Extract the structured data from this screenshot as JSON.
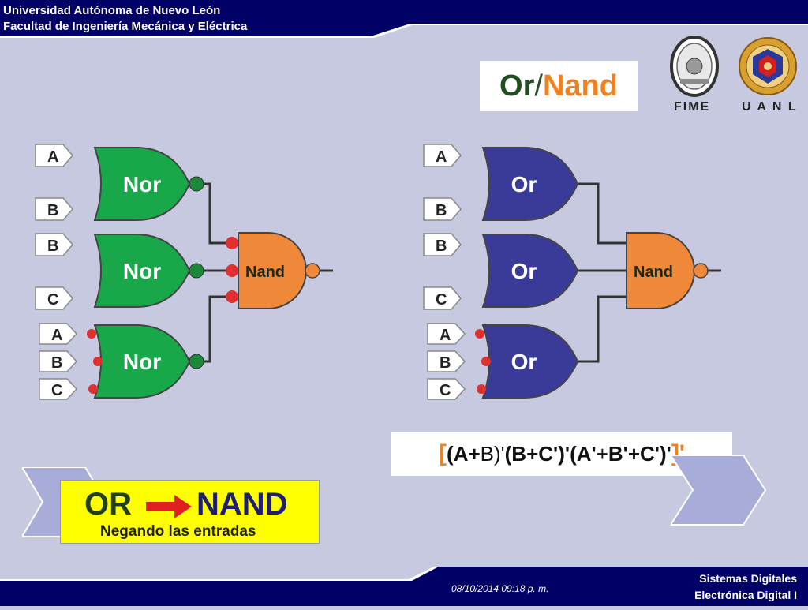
{
  "header": {
    "line1": "Universidad Autónoma de Nuevo León",
    "line2": "Facultad de Ingeniería Mecánica y Eléctrica"
  },
  "title": {
    "or": "Or",
    "slash": "/",
    "nand": "Nand"
  },
  "logos": {
    "fime": "FIME",
    "uanl": "U A N L"
  },
  "left_circuit": {
    "inputs": [
      "A",
      "B",
      "B",
      "C",
      "A",
      "B",
      "C"
    ],
    "gates": [
      "Nor",
      "Nor",
      "Nor"
    ],
    "output_gate": "Nand"
  },
  "right_circuit": {
    "inputs": [
      "A",
      "B",
      "B",
      "C",
      "A",
      "B",
      "C"
    ],
    "gates": [
      "Or",
      "Or",
      "Or"
    ],
    "output_gate": "Nand"
  },
  "formula": {
    "open": "[",
    "p1": "(A",
    "plus1": "+",
    "b1": "B)'",
    "p2": " (B",
    "plus2": "+",
    "c2": "C'",
    "close2": ")'",
    "p3": " (A'",
    "plus3": "+",
    "b3": "B'",
    "plus4": "+",
    "c3": "C'",
    "close3": ")'",
    "close": "]'"
  },
  "callout": {
    "left": "OR",
    "right": "NAND",
    "subtitle": "Negando las entradas"
  },
  "footer": {
    "date": "08/10/2014 09:18 p. m.",
    "line1": "Sistemas Digitales",
    "line2": "Electrónica Digital I"
  },
  "colors": {
    "navy": "#000066",
    "nor_green": "#18a84a",
    "or_blue": "#3a3a98",
    "nand_orange": "#f0883a",
    "bubble_red": "#e03030",
    "bubble_green": "#1a8a3a"
  }
}
